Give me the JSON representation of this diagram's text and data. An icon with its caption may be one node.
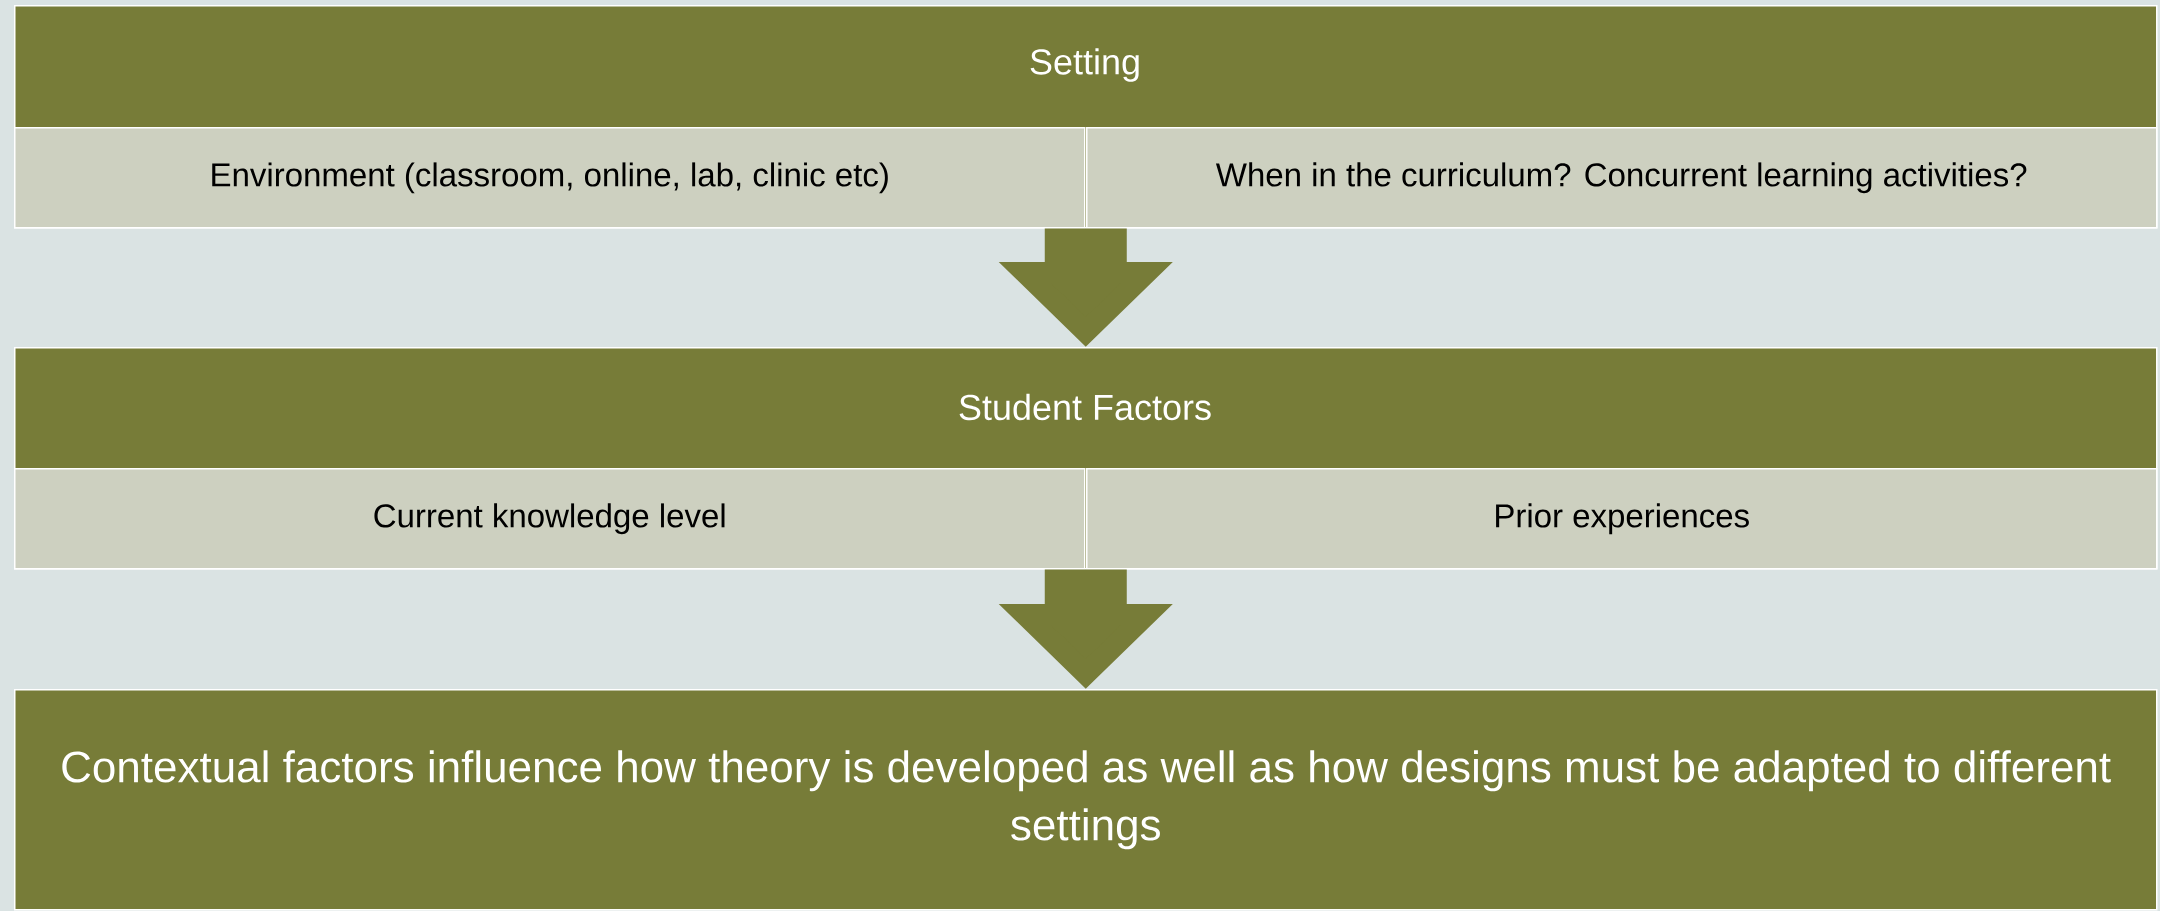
{
  "diagram": {
    "nodes": [
      {
        "text": [
          "Setting"
        ]
      },
      {
        "text": [
          "Environment (classroom, online, lab, clinic etc)"
        ],
        "in": 0
      },
      {
        "text": [
          "When in the curriculum? Concurrent learning activities?"
        ],
        "in": 0
      },
      {
        "text": [
          "Student Factors"
        ]
      },
      {
        "text": [
          "Current knowledge level"
        ],
        "in": 3
      },
      {
        "text": [
          "Prior experiences"
        ],
        "in": 3
      },
      {
        "text": [
          "Contextual factors influence how theory is developed as well as how designs must be adapted to different settings"
        ]
      }
    ],
    "edges": [
      {
        "from": 0,
        "to": 3,
        "arrow": "to"
      },
      {
        "from": 3,
        "to": 6,
        "arrow": "to"
      }
    ]
  }
}
